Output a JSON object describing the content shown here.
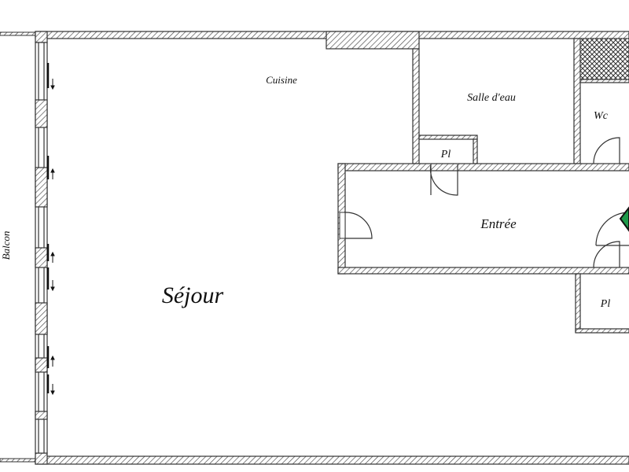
{
  "rooms": {
    "balcon": "Balcon",
    "sejour": "Séjour",
    "cuisine": "Cuisine",
    "salle_eau": "Salle d'eau",
    "wc": "Wc",
    "entree": "Entrée",
    "placard_1": "Pl",
    "placard_2": "Pl"
  },
  "colors": {
    "wall_line": "#333333",
    "entry_marker": "#1e9a4a"
  },
  "icons": {
    "entry_marker": "green-diamond-entry-icon"
  }
}
